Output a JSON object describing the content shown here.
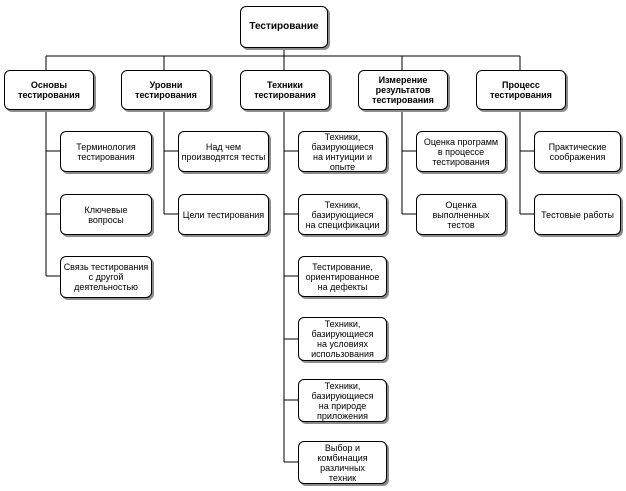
{
  "root": {
    "label": "Тестирование"
  },
  "branches": [
    {
      "label": "Основы\nтестирования",
      "children": [
        "Терминология\nтестирования",
        "Ключевые\nвопросы",
        "Связь тестирования\nс другой\nдеятельностью"
      ]
    },
    {
      "label": "Уровни\nтестирования",
      "children": [
        "Над чем\nпроизводятся тесты",
        "Цели тестирования"
      ]
    },
    {
      "label": "Техники\nтестирования",
      "children": [
        "Техники,\nбазирующиеся\nна интуиции и опыте",
        "Техники,\nбазирующиеся\nна спецификации",
        "Тестирование,\nориентированное\nна дефекты",
        "Техники,\nбазирующиеся\nна условиях\nиспользования",
        "Техники,\nбазирующиеся\nна природе\nприложения",
        "Выбор и комбинация\nразличных\nтехник"
      ]
    },
    {
      "label": "Измерение\nрезультатов\nтестирования",
      "children": [
        "Оценка программ\nв процессе\nтестирования",
        "Оценка\nвыполненных тестов"
      ]
    },
    {
      "label": "Процесс\nтестирования",
      "children": [
        "Практические\nсоображения",
        "Тестовые работы"
      ]
    }
  ]
}
